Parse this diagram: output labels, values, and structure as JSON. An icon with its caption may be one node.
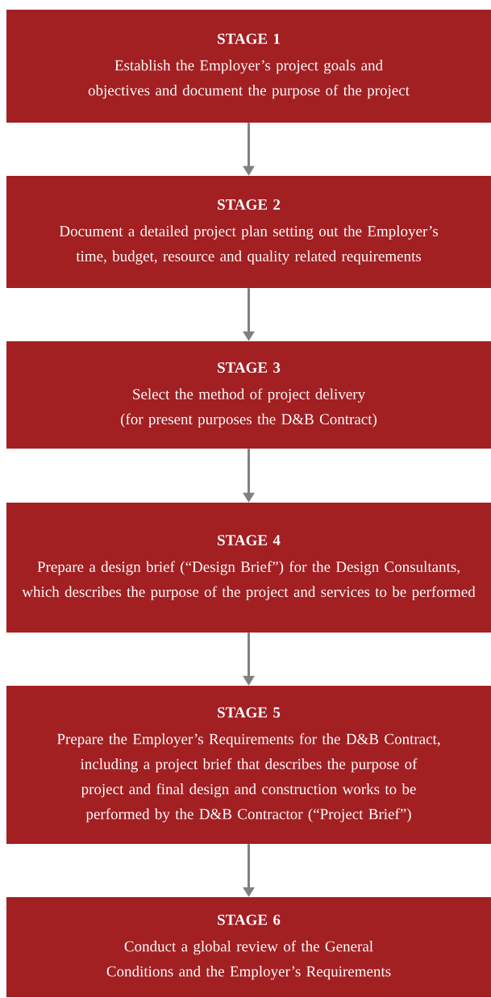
{
  "diagram": {
    "nodes": [
      {
        "text": [
          "STAGE 1",
          "Establish the Employer’s project goals and objectives and document the purpose of the project"
        ]
      },
      {
        "text": [
          "STAGE 2",
          "Document a detailed project plan setting out the Employer’s time, budget, resource and quality related requirements"
        ]
      },
      {
        "text": [
          "STAGE 3",
          "Select the method of project delivery (for present purposes the D&B Contract)"
        ]
      },
      {
        "text": [
          "STAGE 4",
          "Prepare a design brief (“Design Brief”) for the Design Consultants, which describes the purpose of the project and services to be performed"
        ]
      },
      {
        "text": [
          "STAGE 5",
          "Prepare the Employer’s Requirements for the D&B Contract, including a project brief that describes the purpose of project and final design and construction works to be performed by the D&B Contractor (“Project Brief”)"
        ]
      },
      {
        "text": [
          "STAGE 6",
          "Conduct a global review of the General Conditions and the Employer’s Requirements"
        ]
      }
    ],
    "edges": [
      {
        "from": 0,
        "to": 1,
        "arrow": "to"
      },
      {
        "from": 1,
        "to": 2,
        "arrow": "to"
      },
      {
        "from": 2,
        "to": 3,
        "arrow": "to"
      },
      {
        "from": 3,
        "to": 4,
        "arrow": "to"
      },
      {
        "from": 4,
        "to": 5,
        "arrow": "to"
      }
    ]
  }
}
